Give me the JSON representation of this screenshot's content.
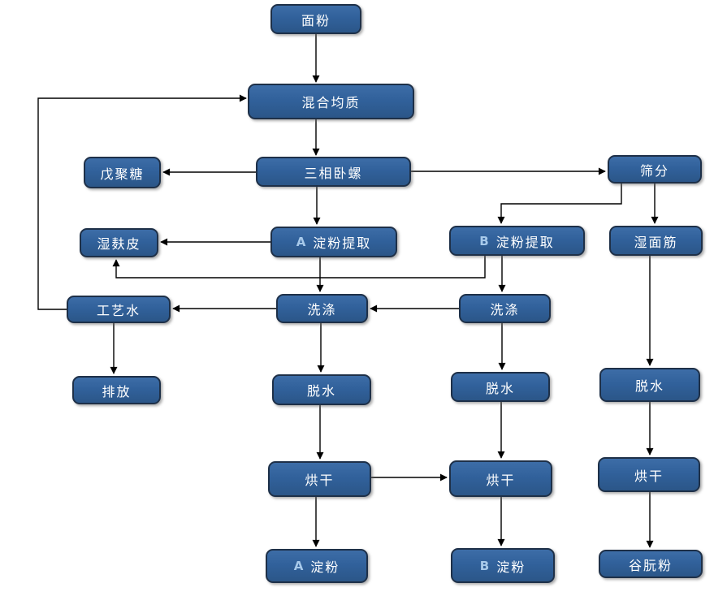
{
  "diagram": {
    "type": "flowchart",
    "colors": {
      "node_fill": "#31619B",
      "node_border": "#1E3048",
      "node_text": "#FFFFFF",
      "latin_prefix_text": "#A7C9EA",
      "connector": "#000000",
      "background": "#FFFFFF"
    },
    "nodes": [
      {
        "id": "flour",
        "label": "面粉"
      },
      {
        "id": "mixing",
        "label": "混合均质"
      },
      {
        "id": "pentosan",
        "label": "戊聚糖"
      },
      {
        "id": "decanter",
        "label": "三相卧螺"
      },
      {
        "id": "sieving",
        "label": "筛分"
      },
      {
        "id": "wet-bran",
        "label": "湿麸皮"
      },
      {
        "id": "a-extraction",
        "prefix": "A",
        "label": "淀粉提取"
      },
      {
        "id": "b-extraction",
        "prefix": "B",
        "label": "淀粉提取"
      },
      {
        "id": "wet-gluten",
        "label": "湿面筋"
      },
      {
        "id": "process-water",
        "label": "工艺水"
      },
      {
        "id": "wash-a",
        "label": "洗涤"
      },
      {
        "id": "wash-b",
        "label": "洗涤"
      },
      {
        "id": "discharge",
        "label": "排放"
      },
      {
        "id": "dewater-a",
        "label": "脱水"
      },
      {
        "id": "dewater-b",
        "label": "脱水"
      },
      {
        "id": "dewater-gluten",
        "label": "脱水"
      },
      {
        "id": "dry-a",
        "label": "烘干"
      },
      {
        "id": "dry-b",
        "label": "烘干"
      },
      {
        "id": "dry-gluten",
        "label": "烘干"
      },
      {
        "id": "a-starch",
        "prefix": "A",
        "label": "淀粉"
      },
      {
        "id": "b-starch",
        "prefix": "B",
        "label": "淀粉"
      },
      {
        "id": "gluten-powder",
        "label": "谷朊粉"
      }
    ],
    "edges": [
      {
        "from": "flour",
        "to": "mixing"
      },
      {
        "from": "process-water",
        "to": "mixing"
      },
      {
        "from": "mixing",
        "to": "decanter"
      },
      {
        "from": "decanter",
        "to": "pentosan"
      },
      {
        "from": "decanter",
        "to": "sieving"
      },
      {
        "from": "decanter",
        "to": "a-extraction"
      },
      {
        "from": "sieving",
        "to": "wet-gluten"
      },
      {
        "from": "sieving",
        "to": "b-extraction"
      },
      {
        "from": "a-extraction",
        "to": "wet-bran"
      },
      {
        "from": "b-extraction",
        "to": "wet-bran"
      },
      {
        "from": "a-extraction",
        "to": "wash-a"
      },
      {
        "from": "b-extraction",
        "to": "wash-b"
      },
      {
        "from": "wash-b",
        "to": "wash-a"
      },
      {
        "from": "wash-a",
        "to": "process-water"
      },
      {
        "from": "process-water",
        "to": "discharge"
      },
      {
        "from": "wash-a",
        "to": "dewater-a"
      },
      {
        "from": "wash-b",
        "to": "dewater-b"
      },
      {
        "from": "wet-gluten",
        "to": "dewater-gluten"
      },
      {
        "from": "dewater-a",
        "to": "dry-a"
      },
      {
        "from": "dewater-b",
        "to": "dry-b"
      },
      {
        "from": "dewater-gluten",
        "to": "dry-gluten"
      },
      {
        "from": "dry-a",
        "to": "dry-b"
      },
      {
        "from": "dry-a",
        "to": "a-starch"
      },
      {
        "from": "dry-b",
        "to": "b-starch"
      },
      {
        "from": "dry-gluten",
        "to": "gluten-powder"
      }
    ]
  }
}
